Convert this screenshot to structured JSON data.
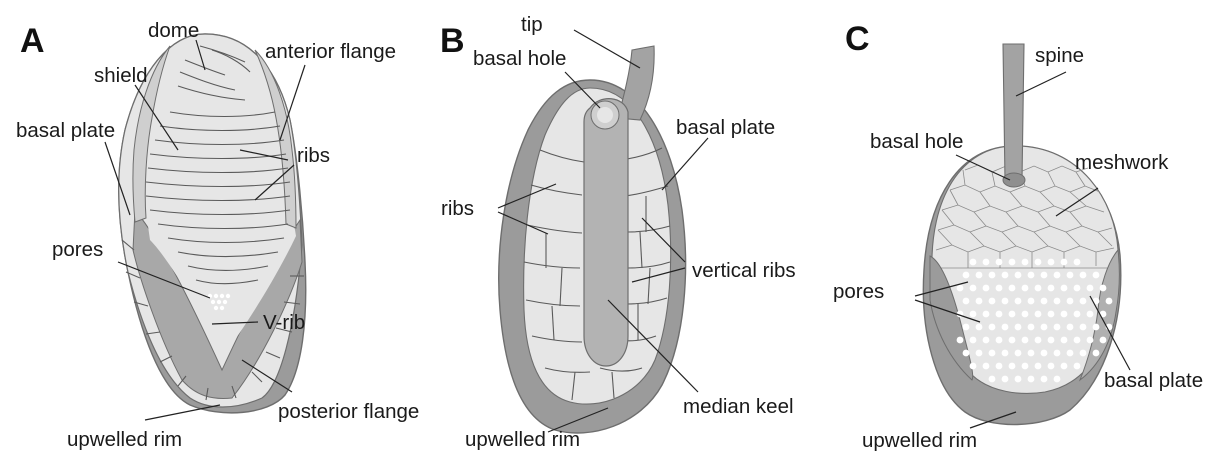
{
  "panels": [
    {
      "letter": "A",
      "labels": {
        "dome": "dome",
        "anterior_flange": "anterior flange",
        "shield": "shield",
        "basal_plate": "basal plate",
        "ribs": "ribs",
        "pores": "pores",
        "v_rib": "V-rib",
        "posterior_flange": "posterior flange",
        "upwelled_rim": "upwelled rim"
      }
    },
    {
      "letter": "B",
      "labels": {
        "tip": "tip",
        "basal_hole": "basal hole",
        "basal_plate": "basal plate",
        "ribs": "ribs",
        "vertical_ribs": "vertical ribs",
        "median_keel": "median keel",
        "upwelled_rim": "upwelled rim"
      }
    },
    {
      "letter": "C",
      "labels": {
        "spine": "spine",
        "basal_hole": "basal hole",
        "meshwork": "meshwork",
        "pores": "pores",
        "basal_plate": "basal plate",
        "upwelled_rim": "upwelled rim"
      }
    }
  ],
  "colors": {
    "rim": "#9b9b9b",
    "plate": "#e4e4e4",
    "keel": "#b3b3b3",
    "line": "#5a5a5a",
    "pore": "#ffffff"
  }
}
